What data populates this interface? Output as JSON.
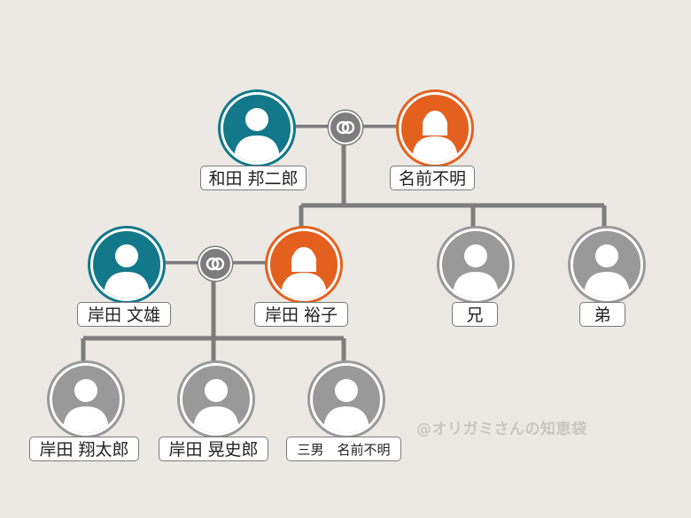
{
  "colors": {
    "male": "#12788a",
    "female": "#e4601e",
    "unknown": "#999999",
    "line": "#7d7d7d",
    "background": "#ece9e4"
  },
  "people": {
    "grandfather": {
      "name": "和田 邦二郎",
      "gender": "male"
    },
    "grandmother": {
      "name": "名前不明",
      "gender": "female"
    },
    "father": {
      "name": "岸田 文雄",
      "gender": "male"
    },
    "mother": {
      "name": "岸田 裕子",
      "gender": "female"
    },
    "brother_older": {
      "name": "兄",
      "gender": "unknown"
    },
    "brother_younger": {
      "name": "弟",
      "gender": "unknown"
    },
    "son1": {
      "name": "岸田 翔太郎",
      "gender": "unknown"
    },
    "son2": {
      "name": "岸田 晃史郎",
      "gender": "unknown"
    },
    "son3": {
      "name": "三男　名前不明",
      "gender": "unknown"
    }
  },
  "icons": {
    "silhouette": "person-silhouette-icon",
    "marriage": "wedding-rings-icon"
  },
  "watermark": "@オリガミさんの知恵袋"
}
